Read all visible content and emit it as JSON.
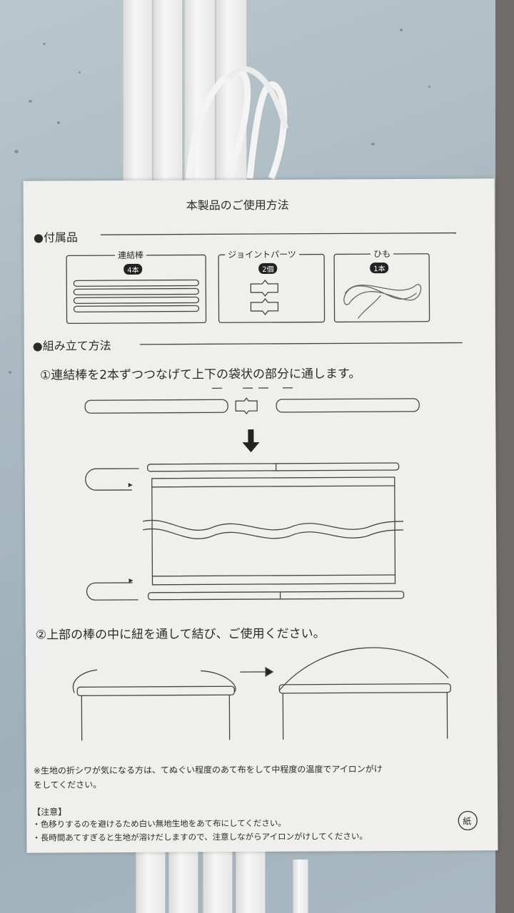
{
  "sheet": {
    "title": "本製品のご使用方法",
    "accessories": {
      "heading": "●付属品",
      "items": [
        {
          "name": "連結棒",
          "count": "4本"
        },
        {
          "name": "ジョイントパーツ",
          "count": "2個"
        },
        {
          "name": "ひも",
          "count": "1本"
        }
      ]
    },
    "assembly": {
      "heading": "●組み立て方法",
      "step1": "①連結棒を2本ずつつなげて上下の袋状の部分に通します。",
      "step2": "②上部の棒の中に紐を通して結び、ご使用ください。"
    },
    "ironing_note": [
      "※生地の折シワが気になる方は、てぬぐい程度のあて布をして中程度の温度でアイロンがけ",
      "をしてください。"
    ],
    "caution": {
      "heading": "【注意】",
      "items": [
        "・色移りするのを避けるため白い無地生地をあて布にしてください。",
        "・長時間あてすぎると生地が溶けだしますので、注意しながらアイロンがけしてください。"
      ]
    },
    "recycle_mark": "紙"
  }
}
